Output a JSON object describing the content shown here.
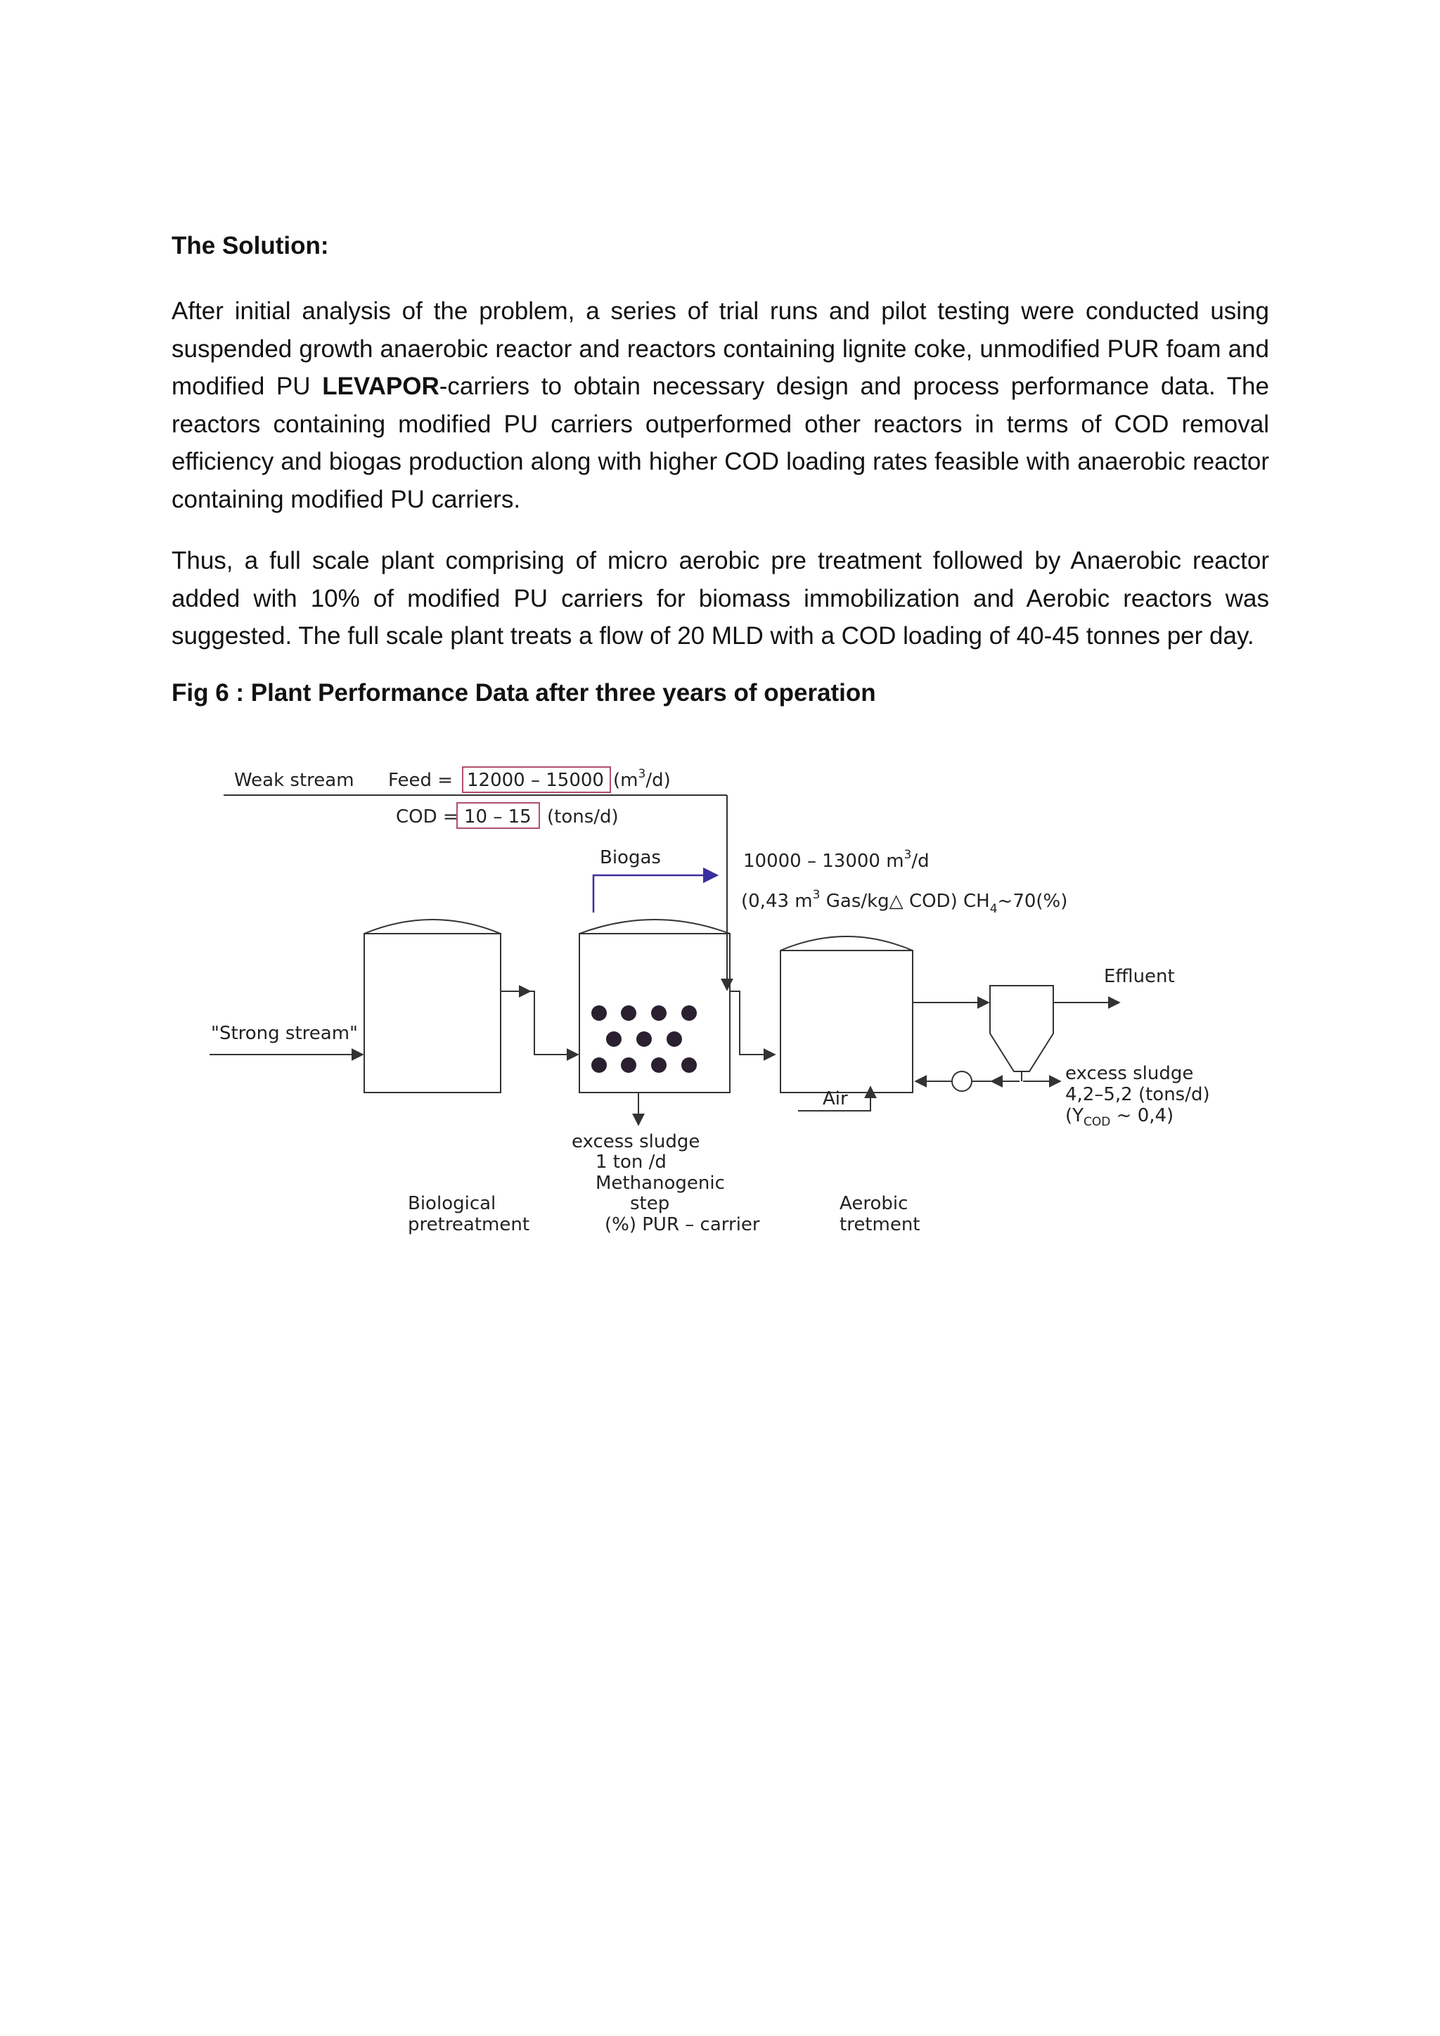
{
  "heading": "The Solution:",
  "paragraph1": {
    "before_bold": "After initial analysis of the problem, a series of trial runs and pilot testing were conducted using suspended growth anaerobic reactor and reactors containing lignite coke, unmodified PUR foam and modified PU ",
    "bold": "LEVAPOR",
    "after_bold": "-carriers to obtain necessary design and process performance data. The reactors containing modified PU carriers outperformed other reactors in terms of COD removal efficiency and biogas production along with higher COD loading rates feasible with anaerobic reactor containing modified PU carriers."
  },
  "paragraph2": "Thus, a full scale plant comprising of micro aerobic pre treatment followed by Anaerobic reactor added with 10% of modified PU carriers for biomass immobilization and Aerobic reactors was suggested. The full scale plant treats a flow of 20 MLD with a COD loading of 40-45 tonnes per day.",
  "figure_caption": "Fig 6 : Plant Performance Data after three years of operation",
  "diagram": {
    "weak_stream": "Weak stream",
    "feed_label": "Feed =",
    "feed_value": "12000 – 15000",
    "feed_unit_pre": "(m",
    "feed_unit_sup": "3",
    "feed_unit_post": "/d)",
    "cod_label": "COD =",
    "cod_value": "10 – 15",
    "cod_unit": "(tons/d)",
    "biogas": "Biogas",
    "biogas_flow_pre": "10000 – 13000 m",
    "biogas_flow_sup": "3",
    "biogas_flow_post": "/d",
    "gas_yield_pre": "(0,43 m",
    "gas_yield_sup": "3",
    "gas_yield_mid": " Gas/kg△ COD)  CH",
    "gas_yield_sub": "4",
    "gas_yield_post": "~70(%)",
    "effluent": "Effluent",
    "strong_stream": "\"Strong stream\"",
    "air": "Air",
    "excess_sludge_1": "excess sludge",
    "excess_sludge_1_amount": "1 ton /d",
    "excess_sludge_2": "excess sludge",
    "excess_sludge_2_amount": "4,2–5,2 (tons/d)",
    "yield_pre": "(Y",
    "yield_sub": "COD",
    "yield_post": " ~ 0,4)",
    "stage1_line1": "Biological",
    "stage1_line2": "pretreatment",
    "stage2_line1": "Methanogenic",
    "stage2_line2": "step",
    "stage2_line3": "(%) PUR – carrier",
    "stage3_line1": "Aerobic",
    "stage3_line2": "tretment",
    "line_color": "#333333",
    "biogas_arrow_color": "#3a2f9e",
    "highlight_box_color": "#b0506a"
  }
}
